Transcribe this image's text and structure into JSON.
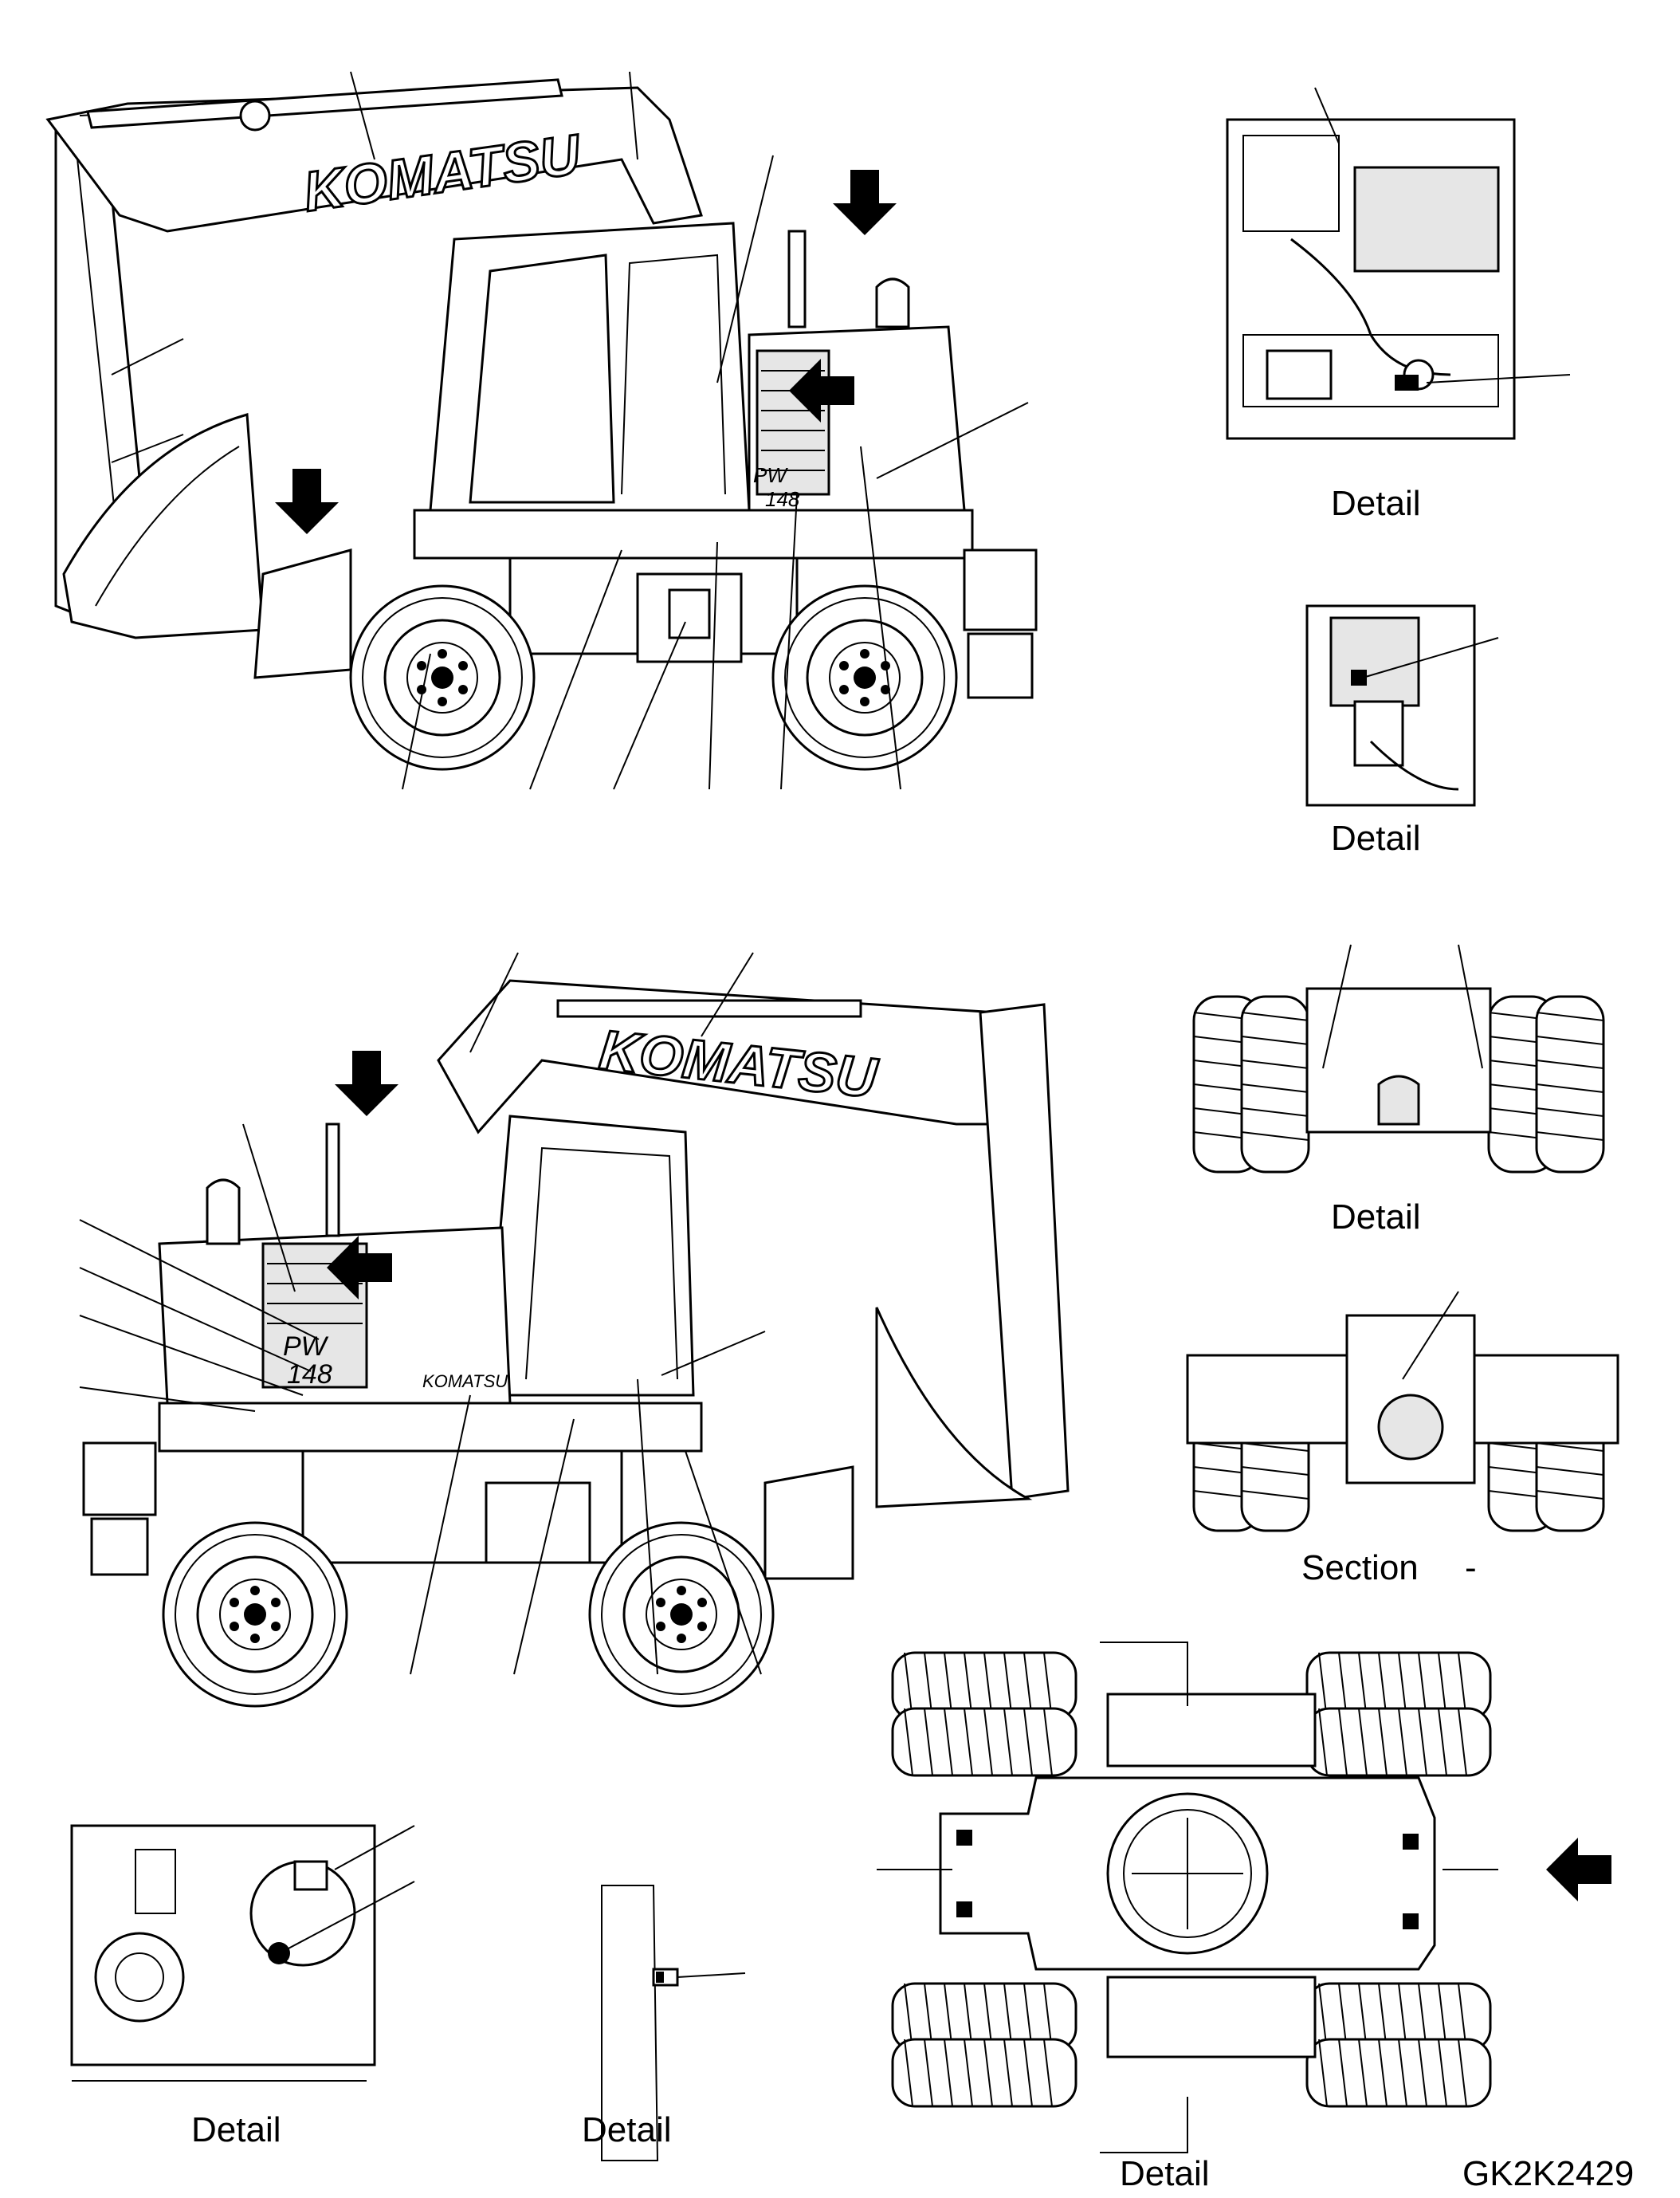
{
  "figure": {
    "drawing_code": "GK2K2429",
    "machine_model": "PW148",
    "machine_model_lines": [
      "PW",
      "148"
    ],
    "brand_logo": "KOMATSU",
    "side_logo": "KOMATSU"
  },
  "captions": {
    "detail_top_right": "Detail",
    "detail_mid_right": "Detail",
    "detail_undercarriage": "Detail",
    "section_label": "Section",
    "section_dash": "-",
    "detail_bottom_left": "Detail",
    "detail_bottom_mid": "Detail",
    "detail_top_view": "Detail"
  },
  "icons": {
    "view_arrow": "arrow-icon",
    "hub": "wheel-hub-icon"
  },
  "colors": {
    "line": "#000000",
    "background": "#ffffff",
    "shade": "#e6e6e6"
  }
}
